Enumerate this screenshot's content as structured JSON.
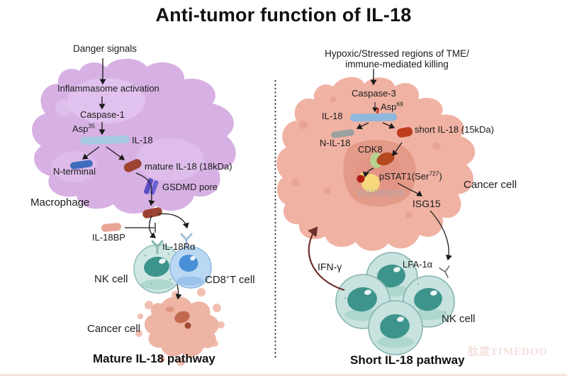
{
  "title": "Anti-tumor function of IL-18",
  "watermark": "肽度TIMEDOO",
  "left": {
    "danger_signals": "Danger signals",
    "inflammasome": "Inflammasome activation",
    "caspase": "Caspase-1",
    "asp_site": {
      "base": "Asp",
      "sup": "35"
    },
    "il18": "IL-18",
    "n_terminal": "N-terminal",
    "mature_il18": "mature IL-18 (18kDa)",
    "gsdmd_pore": "GSDMD pore",
    "macrophage": "Macrophage",
    "il18bp": "IL-18BP",
    "il18ra": "IL-18Rα",
    "nk_cell": "NK cell",
    "cd8_t_cell": {
      "base": "CD8",
      "sup": "+",
      "rest": "T cell"
    },
    "cancer_cell": "Cancer cell",
    "pathway_label": "Mature IL-18 pathway"
  },
  "right": {
    "trigger_line1": "Hypoxic/Stressed regions of TME/",
    "trigger_line2": "immune-mediated killing",
    "caspase": "Caspase-3",
    "asp_site": {
      "base": "Asp",
      "sup": "69"
    },
    "il18": "IL-18",
    "short_il18": "short IL-18 (15kDa)",
    "n_il18": "N-IL-18",
    "cdk8": "CDK8",
    "pstat1": {
      "pre": "pSTAT1(Ser",
      "sup": "727",
      "post": ")"
    },
    "cancer_cell": "Cancer cell",
    "isg15": "ISG15",
    "ifn_gamma": "IFN-γ",
    "lfa1a": "LFA-1α",
    "nk_cell": "NK cell",
    "pathway_label": "Short IL-18 pathway"
  },
  "colors": {
    "macrophage_fill": "#d7b1e4",
    "cancer_cell_fill": "#f0b2a3",
    "cancer_nucleus": "#e49a89",
    "nk_cell_fill": "#c8e2df",
    "nk_nucleus": "#3d948c",
    "cd8_cell_fill": "#bad8f3",
    "cd8_nucleus": "#4a90d8",
    "pro_il18": "#a7c8e3",
    "mature_il18": "#9c4431",
    "short_il18": "#bd3d1c",
    "n_terminal": "#3f6dbe",
    "n_il18": "#9ba1a1",
    "gsdmd_pore": "#5a50c2",
    "il18bp": "#e9a696",
    "cdk8_red": "#b4481e",
    "cdk8_green": "#b9d18f",
    "stat1_yellow": "#f7d77b",
    "stat1_red_dot": "#b01b10",
    "ifn_arrow": "#703030"
  }
}
